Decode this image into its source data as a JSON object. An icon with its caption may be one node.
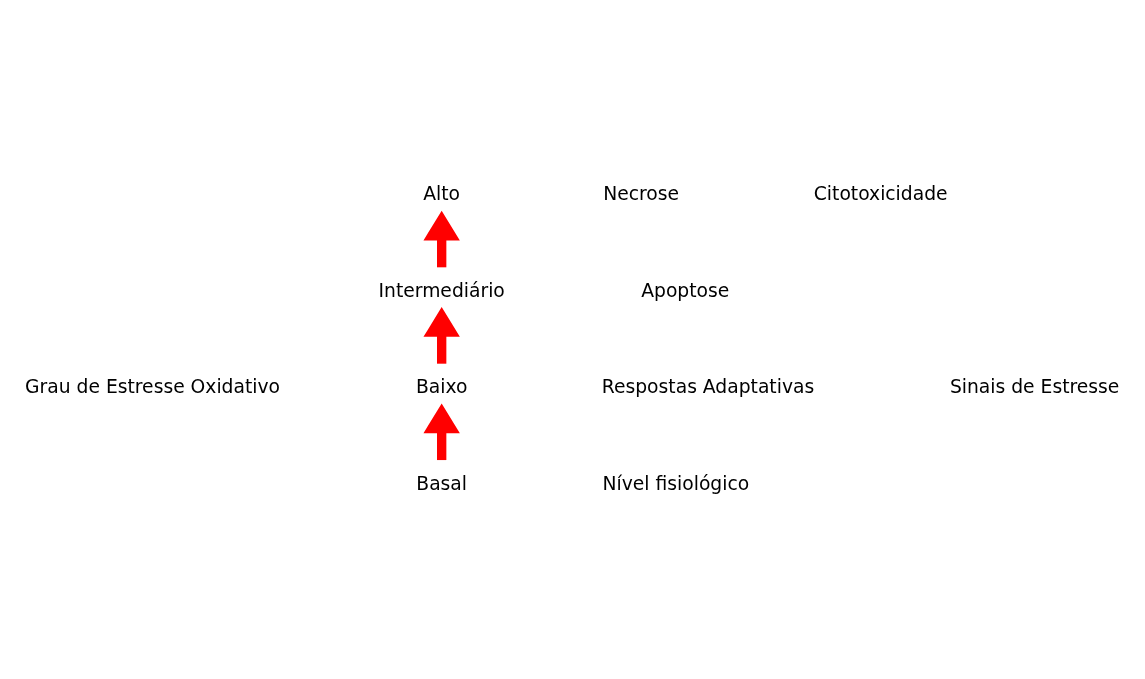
{
  "diagram": {
    "nodes": [
      {
        "text": [
          "Alto"
        ]
      },
      {
        "text": [
          "Intermediário"
        ]
      },
      {
        "text": [
          "Baixo"
        ]
      },
      {
        "text": [
          "Basal"
        ]
      }
    ],
    "edges": [
      {
        "from": 3,
        "to": 2,
        "arrow": "to"
      },
      {
        "from": 2,
        "to": 1,
        "arrow": "to"
      },
      {
        "from": 1,
        "to": 0,
        "arrow": "to"
      }
    ],
    "labels": [
      "Grau de Estresse Oxidativo",
      "Necrose",
      "Apoptose",
      "Respostas Adaptativas",
      "Citotoxicidade",
      "Sinais de Estresse",
      "Nível fisiológico"
    ]
  }
}
